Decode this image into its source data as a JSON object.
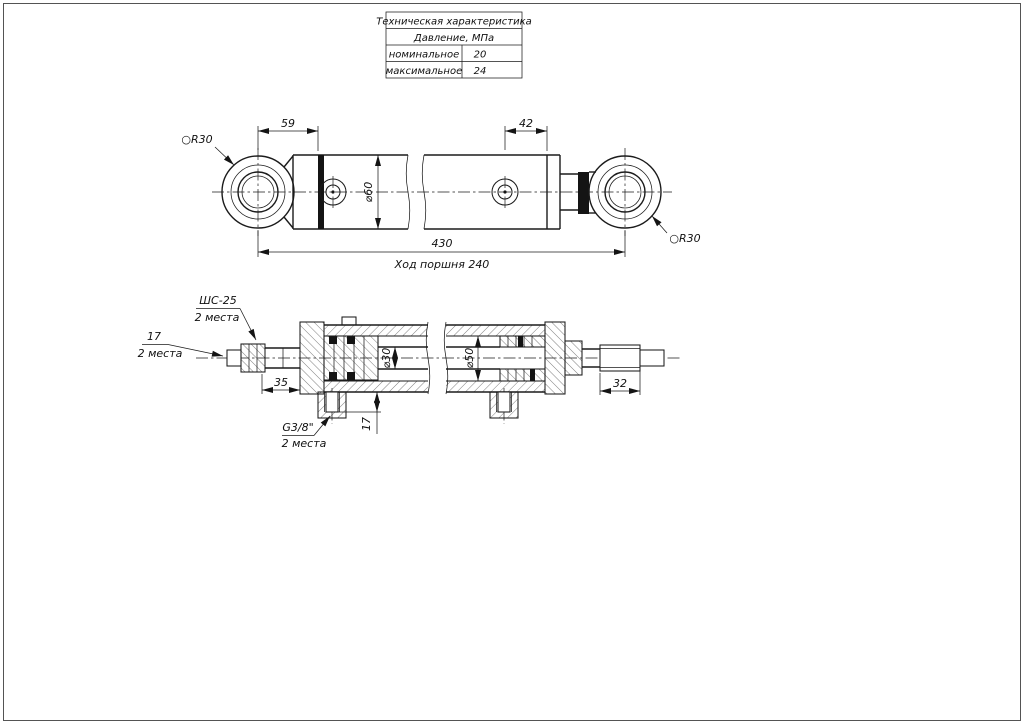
{
  "drawing": {
    "background": "#ffffff",
    "line_color": "#1b1b1b"
  },
  "spec_table": {
    "title": "Техническая характеристика",
    "pressure_row": "Давление, МПа",
    "nominal_label": "номинальное",
    "nominal_value": "20",
    "max_label": "максимальное",
    "max_value": "24"
  },
  "main_view": {
    "callout_r30_left": "○R30",
    "callout_r30_right": "○R30",
    "dim_59": "59",
    "dim_42": "42",
    "dia_60": "⌀60",
    "dim_430": "430",
    "stroke_note": "Ход поршня 240"
  },
  "section_view": {
    "bearing_callout": "ШС-25",
    "bearing_places": "2 места",
    "dim_17_left": "17",
    "dim_17_left_places": "2 места",
    "dim_35": "35",
    "dia_30": "⌀30",
    "dia_50": "⌀50",
    "dim_32": "32",
    "port_callout": "G3/8\"",
    "port_places": "2 места",
    "dim_17_port": "17"
  }
}
